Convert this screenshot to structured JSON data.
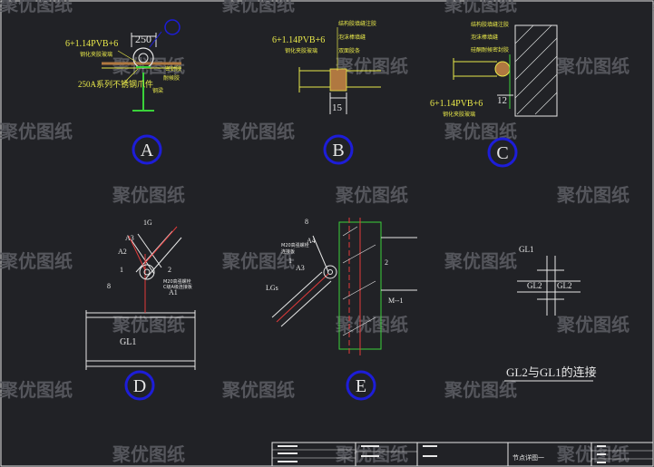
{
  "colors": {
    "background": "#212226",
    "white": "#e6e6e6",
    "yellow": "#e8e84a",
    "green": "#3ad23a",
    "red": "#e23a3a",
    "blue": "#1d1dd8",
    "cyan": "#36c8c8",
    "brown": "#b07840",
    "watermark": "#55565c"
  },
  "watermark": "聚优图纸",
  "details": {
    "A": {
      "letter": "A",
      "dim": "250",
      "glass": "6+1.14PVB+6",
      "note1": "钢化夹胶玻璃",
      "spec": "250A系列不锈钢爪件",
      "note2": "密封胶",
      "note3": "耐候胶",
      "note4": "钢梁"
    },
    "B": {
      "letter": "B",
      "glass": "6+1.14PVB+6",
      "note0": "钢化夹胶玻璃",
      "note1": "结构胶填缝注胶",
      "note2": "泡沫棒填缝",
      "note3": "双面胶条",
      "dim": "15"
    },
    "C": {
      "letter": "C",
      "glass": "6+1.14PVB+6",
      "note0": "钢化夹胶玻璃",
      "note1": "结构胶填缝注胶",
      "note2": "泡沫棒填缝",
      "note3": "硅酮耐候密封胶",
      "dim": "12"
    },
    "D": {
      "letter": "D",
      "l_a3": "A3",
      "l_a2": "A2",
      "l_a1": "A1",
      "l_1g": "1G",
      "l_1": "1",
      "l_2": "2",
      "l_b": "8",
      "l_gl1": "GL1",
      "l_note": "M20高强螺栓",
      "l_note2": "C级A级连接板"
    },
    "E": {
      "letter": "E",
      "l_a4": "A4",
      "l_a3": "A3",
      "l_2": "2",
      "l_1": "1",
      "l_b": "8",
      "l_lgs": "LGs",
      "l_m": "M--1",
      "l_note": "M20高强螺栓",
      "l_note2": "连接板"
    },
    "F": {
      "l_gl1": "GL1",
      "l_gl2": "GL2",
      "l_gl3": "GL2",
      "caption": "GL2与GL1的连接"
    }
  },
  "title_block": {
    "label": "节点详图一"
  }
}
